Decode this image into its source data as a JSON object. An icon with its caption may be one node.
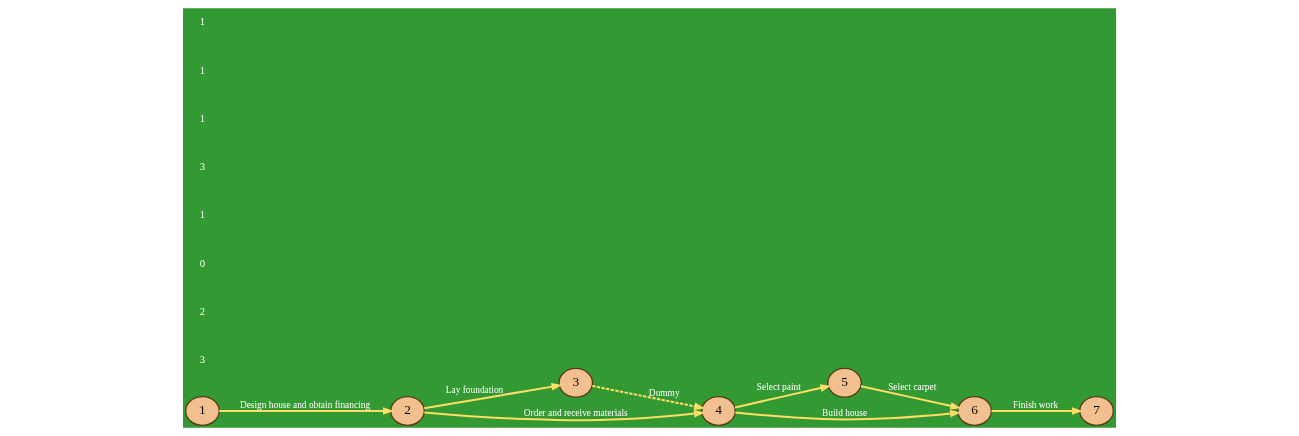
{
  "diagram": {
    "nodes": [
      {
        "text": [
          "1"
        ]
      },
      {
        "text": [
          "2"
        ]
      },
      {
        "text": [
          "3"
        ]
      },
      {
        "text": [
          "4"
        ]
      },
      {
        "text": [
          "5"
        ]
      },
      {
        "text": [
          "6"
        ]
      },
      {
        "text": [
          "7"
        ]
      }
    ],
    "edges": [
      {
        "from": 0,
        "to": 1,
        "arrow": "to",
        "label": "Design house and obtain financing"
      },
      {
        "from": 1,
        "to": 2,
        "arrow": "to",
        "label": "Lay foundation"
      },
      {
        "from": 2,
        "to": 3,
        "arrow": "to",
        "label": "Dummy",
        "style": "dashed"
      },
      {
        "from": 1,
        "to": 3,
        "arrow": "to",
        "label": "Order and receive materials"
      },
      {
        "from": 3,
        "to": 5,
        "arrow": "to",
        "label": "Build house"
      },
      {
        "from": 3,
        "to": 4,
        "arrow": "to",
        "label": "Select paint"
      },
      {
        "from": 4,
        "to": 5,
        "arrow": "to",
        "label": "Select carpet"
      },
      {
        "from": 5,
        "to": 6,
        "arrow": "to",
        "label": "Finish work"
      }
    ],
    "labels": [
      "3",
      "2",
      "0",
      "1",
      "3",
      "1",
      "1",
      "1"
    ]
  }
}
